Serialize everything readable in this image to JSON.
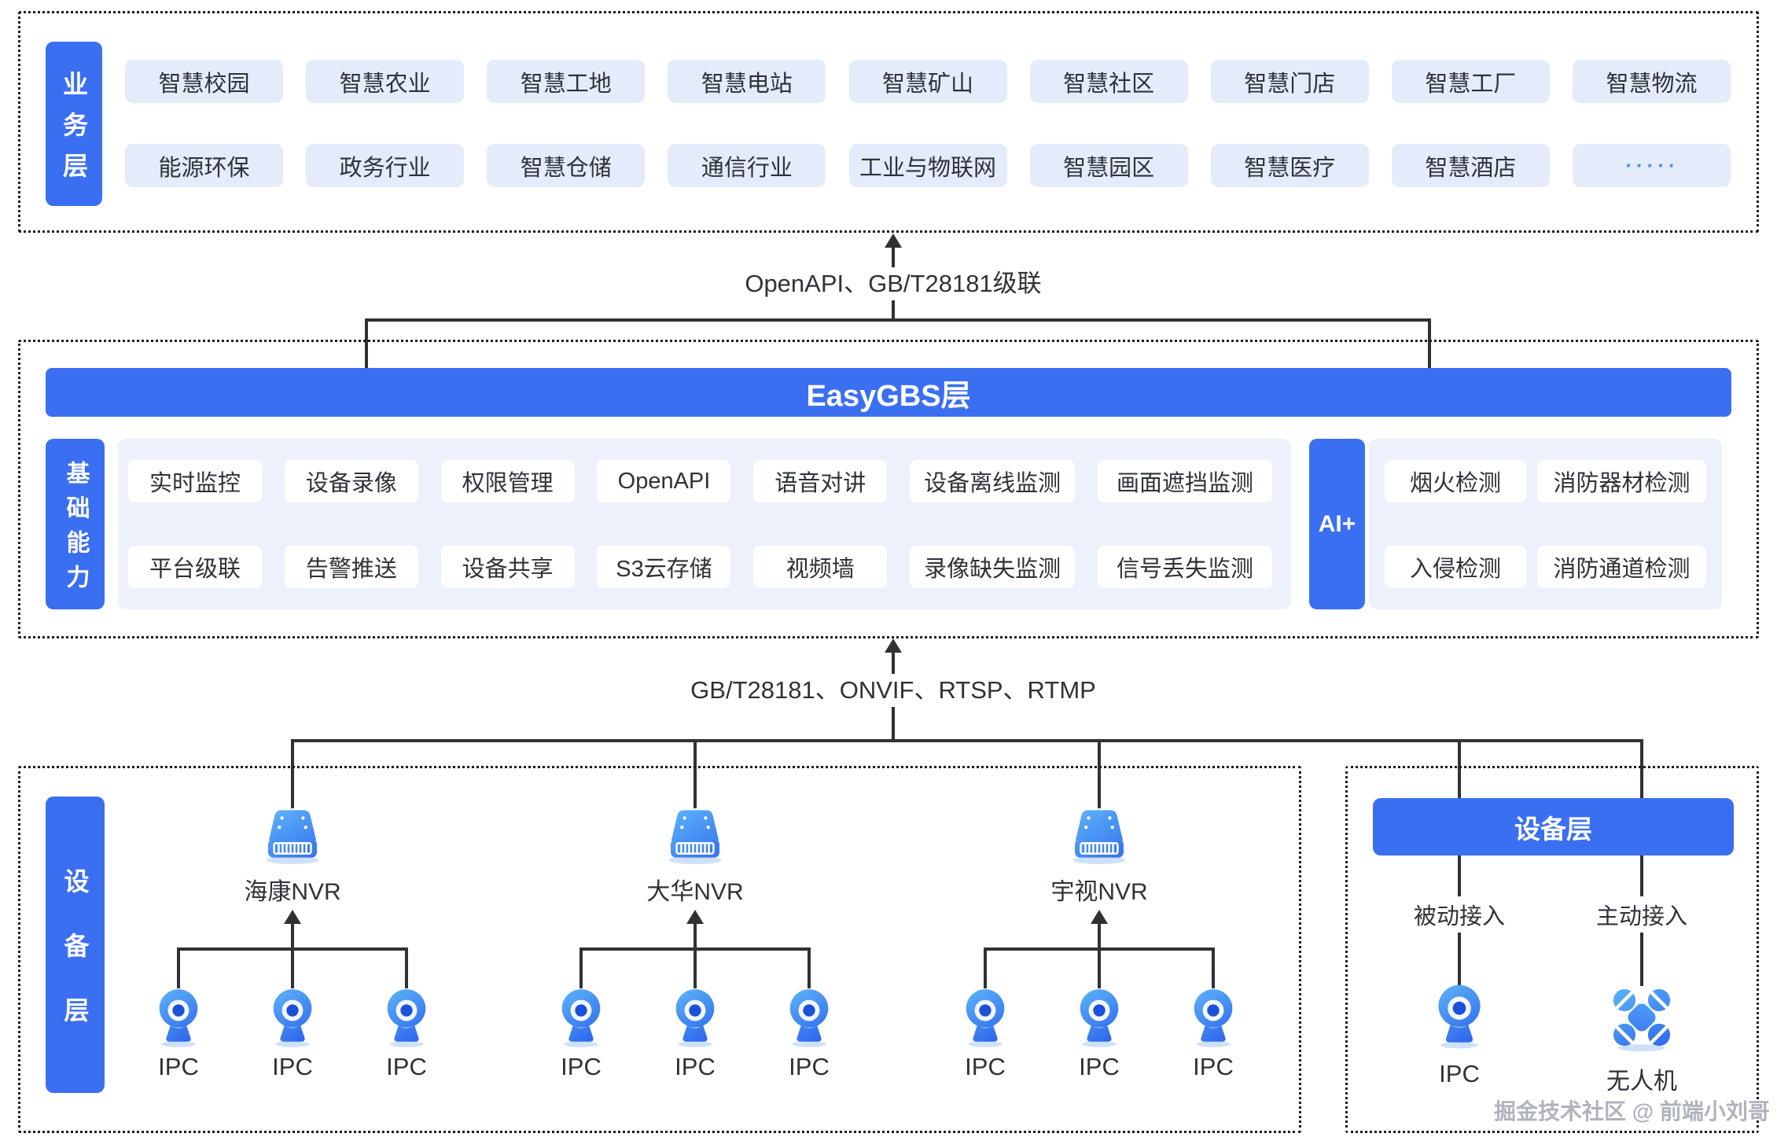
{
  "business_layer": {
    "label": "业务层",
    "row1": [
      "智慧校园",
      "智慧农业",
      "智慧工地",
      "智慧电站",
      "智慧矿山",
      "智慧社区",
      "智慧门店",
      "智慧工厂",
      "智慧物流"
    ],
    "row2": [
      "能源环保",
      "政务行业",
      "智慧仓储",
      "通信行业",
      "工业与物联网",
      "智慧园区",
      "智慧医疗",
      "智慧酒店",
      "·····"
    ]
  },
  "link_top": {
    "label": "OpenAPI、GB/T28181级联"
  },
  "gbs_layer": {
    "title": "EasyGBS层",
    "base_label": "基础能力",
    "base_row1": [
      "实时监控",
      "设备录像",
      "权限管理",
      "OpenAPI",
      "语音对讲",
      "设备离线监测",
      "画面遮挡监测"
    ],
    "base_row2": [
      "平台级联",
      "告警推送",
      "设备共享",
      "S3云存储",
      "视频墙",
      "录像缺失监测",
      "信号丢失监测"
    ],
    "ai_label": "AI+",
    "ai_row1": [
      "烟火检测",
      "消防器材检测"
    ],
    "ai_row2": [
      "入侵检测",
      "消防通道检测"
    ]
  },
  "link_bottom": {
    "label": "GB/T28181、ONVIF、RTSP、RTMP"
  },
  "device_layer": {
    "label": "设备层",
    "nvr_groups": [
      {
        "name": "海康NVR",
        "ipcs": [
          "IPC",
          "IPC",
          "IPC"
        ]
      },
      {
        "name": "大华NVR",
        "ipcs": [
          "IPC",
          "IPC",
          "IPC"
        ]
      },
      {
        "name": "宇视NVR",
        "ipcs": [
          "IPC",
          "IPC",
          "IPC"
        ]
      }
    ],
    "right_panel": {
      "title": "设备层",
      "passive_label": "被动接入",
      "active_label": "主动接入",
      "ipc_label": "IPC",
      "drone_label": "无人机"
    }
  },
  "watermark": "掘金技术社区 @ 前端小刘哥",
  "colors": {
    "primary": "#3B6FF1",
    "chip_bg": "#E4EBFA",
    "panel_bg": "#ECF1FC",
    "line": "#2F3235",
    "text": "#2E3238"
  }
}
